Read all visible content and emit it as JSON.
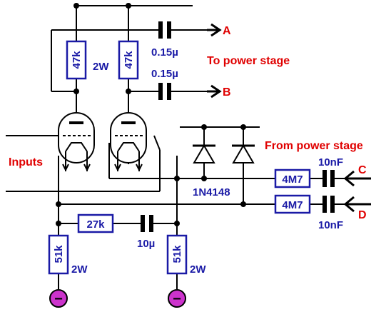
{
  "colors": {
    "wire": "#000000",
    "component_fill": "#ffffff",
    "component_stroke": "#1a1aa6",
    "label_blue": "#1a1aa6",
    "label_red": "#e00000",
    "supply_fill": "#cc33cc"
  },
  "resistors": {
    "r_plate_left": "47k",
    "r_plate_right": "47k",
    "r_plate_power": "2W",
    "r_feedback_top": "4M7",
    "r_feedback_bottom": "4M7",
    "r_cathode_link": "27k",
    "r_tail_left": "51k",
    "r_tail_right": "51k",
    "r_tail_left_power": "2W",
    "r_tail_right_power": "2W"
  },
  "capacitors": {
    "c_out_a": "0.15µ",
    "c_out_b": "0.15µ",
    "c_fb_c": "10nF",
    "c_fb_d": "10nF",
    "c_cathode": "10µ"
  },
  "diode_label": "1N4148",
  "ports": {
    "a": "A",
    "b": "B",
    "c": "C",
    "d": "D"
  },
  "annotations": {
    "to_power_stage": "To power stage",
    "from_power_stage": "From power stage",
    "inputs": "Inputs"
  },
  "supply_symbols": [
    "−",
    "−"
  ]
}
